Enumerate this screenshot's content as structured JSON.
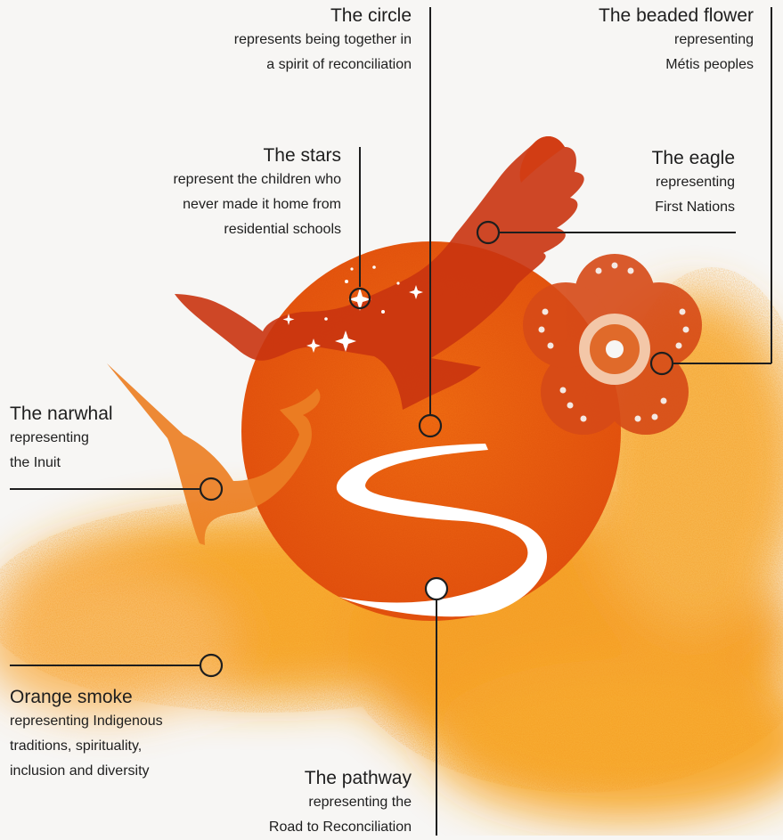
{
  "labels": {
    "circle": {
      "title": "The circle",
      "lines": [
        "represents being together in",
        "a spirit of reconciliation"
      ]
    },
    "flower": {
      "title": "The beaded flower",
      "lines": [
        "representing",
        "Métis peoples"
      ]
    },
    "stars": {
      "title": "The stars",
      "lines": [
        "represent the children who",
        "never made it home from",
        "residential schools"
      ]
    },
    "eagle": {
      "title": "The eagle",
      "lines": [
        "representing",
        "First Nations"
      ]
    },
    "narwhal": {
      "title": "The narwhal",
      "lines": [
        "representing",
        "the Inuit"
      ]
    },
    "smoke": {
      "title": "Orange smoke",
      "lines": [
        "representing Indigenous",
        "traditions, spirituality,",
        "inclusion and diversity"
      ]
    },
    "pathway": {
      "title": "The pathway",
      "lines": [
        "representing the",
        "Road to Reconciliation"
      ]
    }
  },
  "colors": {
    "circle": "#e8590c",
    "smoke": "#f7a21a",
    "eagle": "#c9340f",
    "flower": "#d64a17",
    "narwhal": "#ea7a20",
    "leader": "#1e1e1e",
    "background": "#f7f6f4"
  }
}
